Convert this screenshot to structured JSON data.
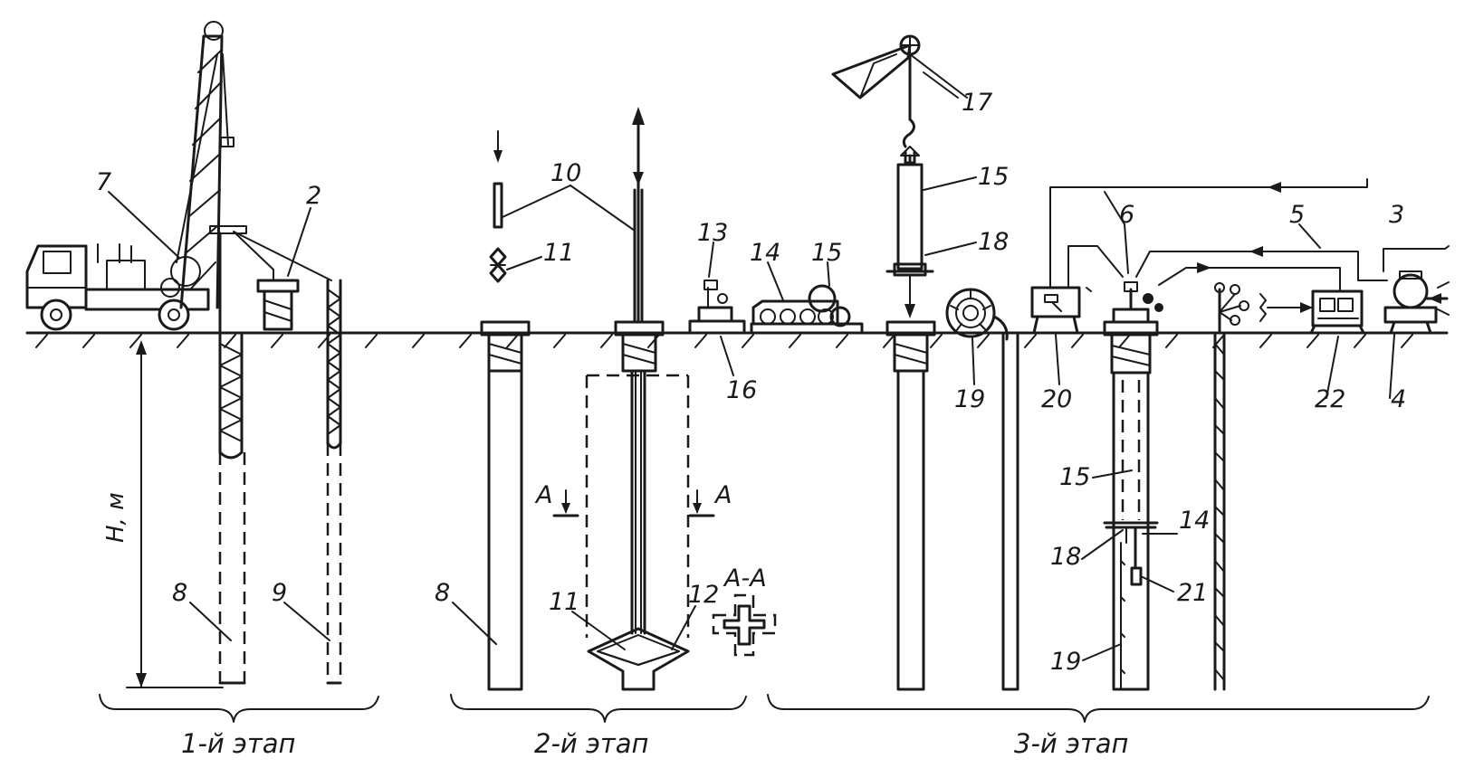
{
  "stages": [
    {
      "label": "1-й этап"
    },
    {
      "label": "2-й этап"
    },
    {
      "label": "3-й этап"
    }
  ],
  "depth_label": "H, м",
  "section_labels": {
    "mark_left": "А",
    "mark_right": "А",
    "section": "А-А"
  },
  "callouts": {
    "c2": "2",
    "c3": "3",
    "c4": "4",
    "c5": "5",
    "c6": "6",
    "c7": "7",
    "c8a": "8",
    "c8b": "8",
    "c9": "9",
    "c10": "10",
    "c11a": "11",
    "c11b": "11",
    "c12": "12",
    "c13": "13",
    "c14a": "14",
    "c14b": "14",
    "c15a": "15",
    "c15b": "15",
    "c15c": "15",
    "c16": "16",
    "c17": "17",
    "c18a": "18",
    "c18b": "18",
    "c19a": "19",
    "c19b": "19",
    "c20": "20",
    "c21": "21",
    "c22": "22"
  },
  "colors": {
    "ink": "#1a1a1a",
    "paper": "#ffffff"
  }
}
